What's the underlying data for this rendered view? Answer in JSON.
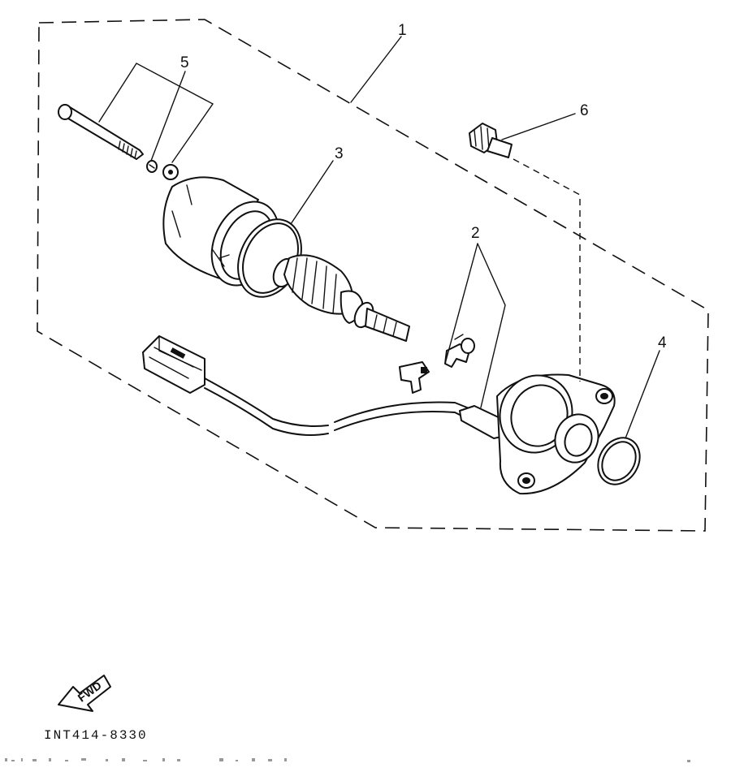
{
  "diagram": {
    "callouts": {
      "c1": "1",
      "c2": "2",
      "c3": "3",
      "c4": "4",
      "c5": "5",
      "c6": "6"
    },
    "fwd_label": "FWD",
    "drawing_code": "INT414-8330"
  }
}
